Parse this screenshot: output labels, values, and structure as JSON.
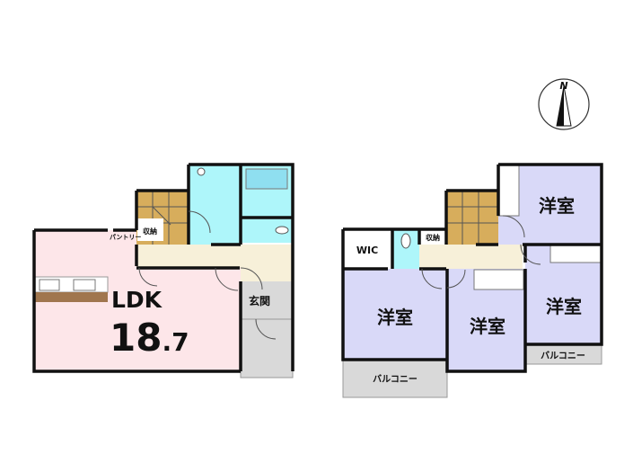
{
  "floor1": {
    "ldk_label": "LDK",
    "ldk_size_int": "18",
    "ldk_size_dec": ".7",
    "pantry": "パントリー",
    "storage": "収納",
    "entrance": "玄関"
  },
  "floor2": {
    "wic": "WIC",
    "storage": "収納",
    "rooms": [
      "洋室",
      "洋室",
      "洋室",
      "洋室"
    ],
    "balconies": [
      "バルコニー",
      "バルコニー"
    ]
  },
  "compass": {
    "label": "N"
  },
  "colors": {
    "ldk": "#fde6e9",
    "wet": "#aef6fa",
    "bedroom": "#d9d9f8",
    "hall": "#f7f0d9",
    "gray": "#d9d9d9",
    "stairs": "#d7ad5c"
  }
}
